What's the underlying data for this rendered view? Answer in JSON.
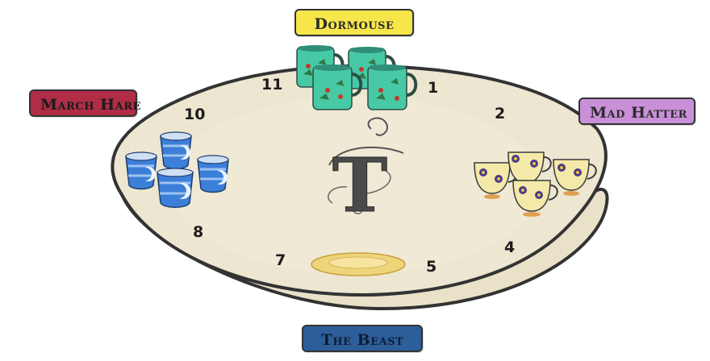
{
  "title_letter": "T",
  "labels": {
    "dormouse": "Dormouse",
    "march_hare": "March Hare",
    "mad_hatter": "Mad Hatter",
    "the_beast": "The Beast"
  },
  "seats": [
    "1",
    "2",
    "4",
    "5",
    "7",
    "8",
    "10",
    "11"
  ],
  "colors": {
    "table": "#ede6d0",
    "table_edge": "#333333",
    "dormouse": "#f6e64a",
    "march_hare": "#b02c47",
    "mad_hatter": "#c990d8",
    "the_beast": "#2c5e9a",
    "mug": "#48c9a6",
    "blue_cup": "#3c7fd9",
    "floral_cup": "#f4e9a8",
    "saucer": "#efd57a"
  },
  "cup_groups": {
    "dormouse": "green-holly-mugs",
    "march_hare": "blue-moon-cups",
    "mad_hatter": "floral-teacups",
    "the_beast": "empty-saucer"
  }
}
